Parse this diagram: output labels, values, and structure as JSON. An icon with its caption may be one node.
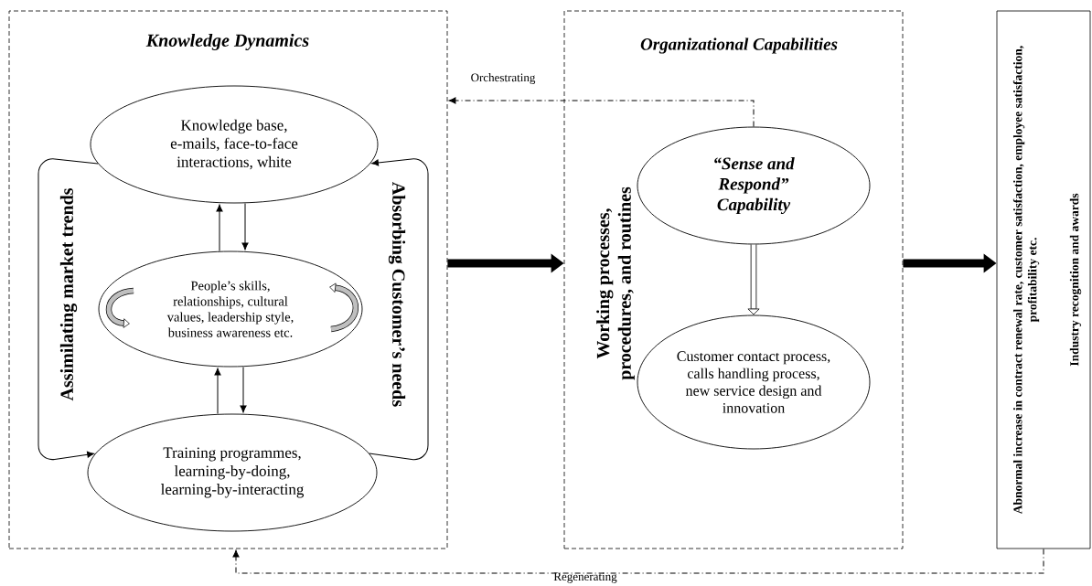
{
  "diagram": {
    "nodes": [
      {
        "text": [
          "Knowledge Dynamics"
        ]
      },
      {
        "text": [
          "Knowledge base, e-mails, face-to-face interactions, white"
        ],
        "in": 0
      },
      {
        "text": [
          "People’s skills, relationships, cultural values, leadership style, business awareness etc."
        ],
        "in": 0
      },
      {
        "text": [
          "Training programmes, learning-by-doing, learning-by-interacting"
        ],
        "in": 0
      },
      {
        "text": [
          "Organizational Capabilities",
          "Working processes, procedures, and routines"
        ]
      },
      {
        "text": [
          "“Sense and Respond” Capability"
        ],
        "in": 4
      },
      {
        "text": [
          "Customer contact process, calls handling process, new service design and innovation"
        ],
        "in": 4
      },
      {
        "text": [
          "Abnormal increase in contract renewal rate, customer satisfaction, employee satisfaction, profitability etc.",
          "Industry recognition and awards"
        ]
      }
    ],
    "edges": [
      {
        "from": 1,
        "to": 2,
        "arrow": "to"
      },
      {
        "from": 2,
        "to": 1,
        "arrow": "to"
      },
      {
        "from": 2,
        "to": 3,
        "arrow": "to"
      },
      {
        "from": 3,
        "to": 2,
        "arrow": "to"
      },
      {
        "from": 1,
        "to": 3,
        "arrow": "to",
        "label": "Assimilating market trends"
      },
      {
        "from": 3,
        "to": 1,
        "arrow": "to",
        "label": "Absorbing Customer’s needs"
      },
      {
        "from": 0,
        "to": 4,
        "arrow": "to",
        "style": "thick"
      },
      {
        "from": 4,
        "to": 7,
        "arrow": "to",
        "style": "thick"
      },
      {
        "from": 5,
        "to": 6,
        "arrow": "to",
        "style": "thick"
      },
      {
        "from": 5,
        "to": 0,
        "arrow": "to",
        "style": "dashed",
        "label": "Orchestrating"
      },
      {
        "from": 7,
        "to": 0,
        "arrow": "to",
        "style": "dashed",
        "label": "Regenerating"
      }
    ]
  }
}
